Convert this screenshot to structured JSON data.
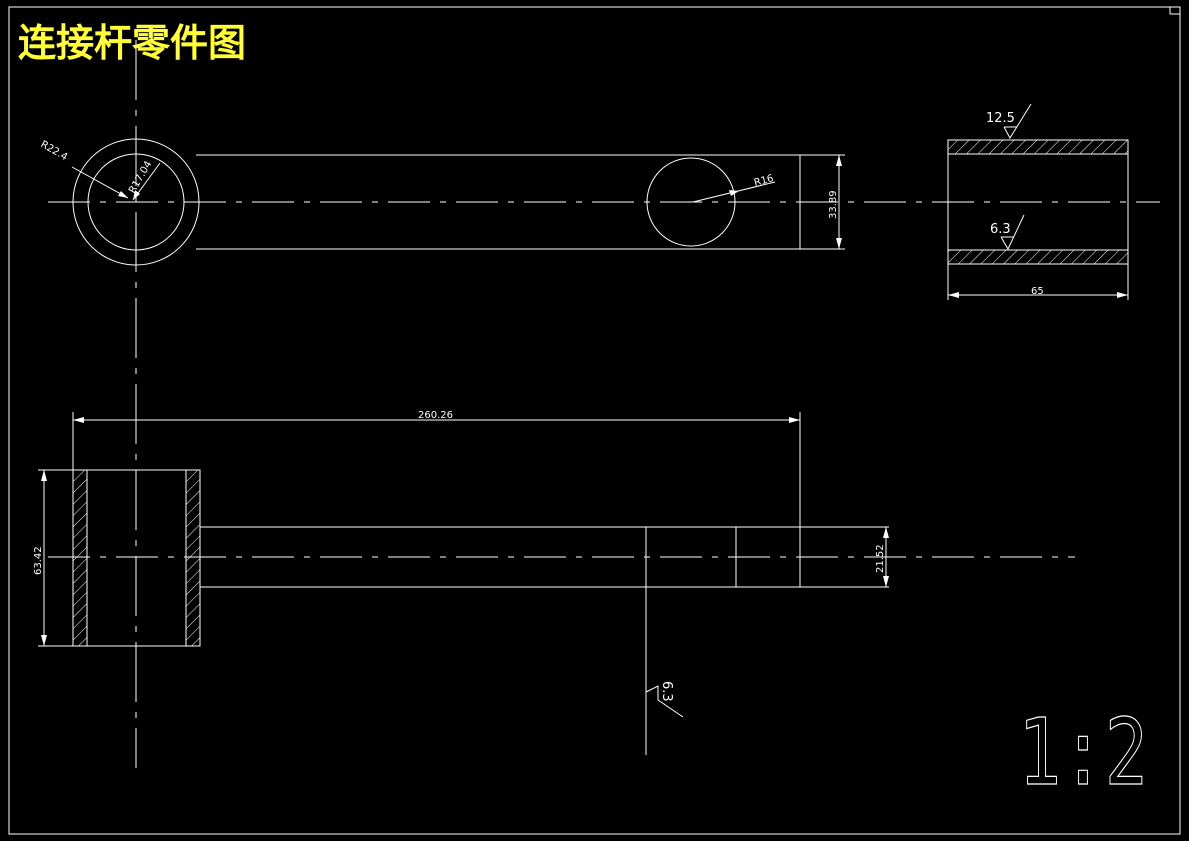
{
  "title": "连接杆零件图",
  "scale": "1:2",
  "dimensions": {
    "outer_radius": "R22.4",
    "inner_radius": "R17.04",
    "hole_radius": "R16",
    "arm_width": "33.89",
    "sleeve_length": "65",
    "overall_length": "260.26",
    "boss_height": "63.42",
    "shaft_diameter": "21.52"
  },
  "surface_finish": {
    "sleeve_outer": "12.5",
    "sleeve_inner": "6.3",
    "shaft": "6.3"
  },
  "colors": {
    "background": "#000000",
    "lines": "#ffffff",
    "title": "#ffff33"
  }
}
